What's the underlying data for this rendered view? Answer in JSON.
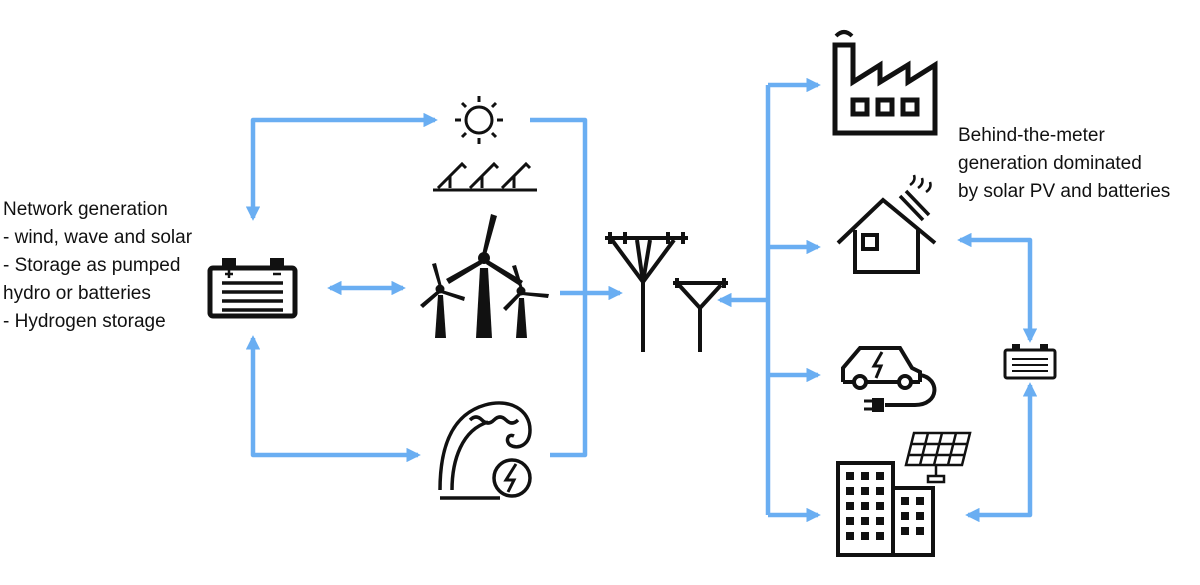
{
  "left_note": {
    "lines": [
      "Network generation",
      "- wind, wave and solar",
      "- Storage as pumped",
      "hydro or batteries",
      "- Hydrogen storage"
    ]
  },
  "right_note": {
    "lines": [
      "Behind-the-meter",
      "generation dominated",
      "by solar PV and batteries"
    ]
  },
  "icons": {
    "sun": "sun-icon",
    "solar_panels": "solar-panels-icon",
    "wind": "wind-turbines-icon",
    "wave": "wave-power-icon",
    "battery_network": "battery-icon",
    "pylons": "transmission-tower-icon",
    "factory": "factory-icon",
    "house": "house-solar-icon",
    "ev": "electric-car-icon",
    "building": "apartment-building-solar-icon",
    "battery_home": "home-battery-icon"
  },
  "colors": {
    "arrow": "#6aaef2",
    "icon": "#111111"
  }
}
